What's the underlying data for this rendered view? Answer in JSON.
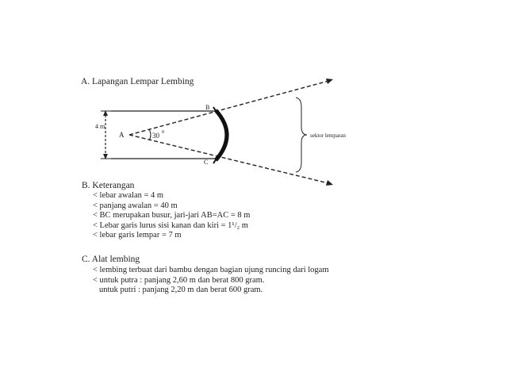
{
  "section_a": {
    "title": "A. Lapangan Lempar Lembing",
    "labels": {
      "point_a": "A",
      "point_b": "B",
      "point_c": "C",
      "width": "4 m",
      "angle": "30",
      "angle_unit": "0",
      "sector": "sektor lemparan"
    }
  },
  "section_b": {
    "title": "B. Keterangan",
    "items": [
      "< lebar awalan  = 4 m",
      "< panjang awalan = 40 m",
      "< BC merupakan busur, jari-jari AB=AC = 8 m",
      "< Lebar garis lurus sisi kanan dan kiri = 1¹/₂ m",
      "< lebar garis lempar = 7 m"
    ]
  },
  "section_c": {
    "title": "C. Alat lembing",
    "items": [
      "< lembing terbuat dari bambu dengan bagian ujung runcing dari logam",
      "< untuk putra : panjang 2,60 m dan berat 800 gram.",
      "untuk putri : panjang 2,20 m dan berat 600 gram."
    ]
  }
}
